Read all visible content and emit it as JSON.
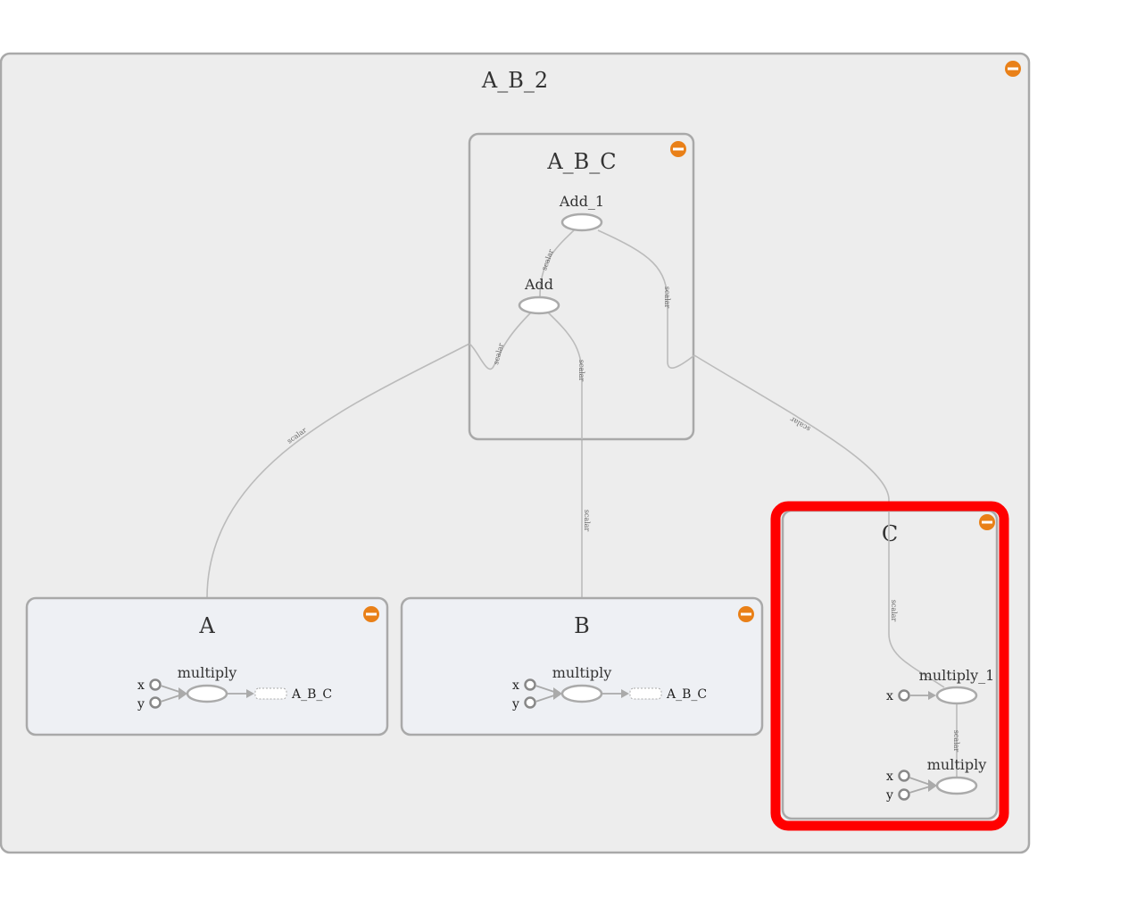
{
  "outer_group": {
    "title": "A_B_2"
  },
  "abc_group": {
    "title": "A_B_C",
    "nodes": {
      "add_1": "Add_1",
      "add": "Add"
    }
  },
  "group_a": {
    "title": "A",
    "op": "multiply",
    "inputs": [
      "x",
      "y"
    ],
    "ref": "A_B_C"
  },
  "group_b": {
    "title": "B",
    "op": "multiply",
    "inputs": [
      "x",
      "y"
    ],
    "ref": "A_B_C"
  },
  "group_c": {
    "title": "C",
    "op_top": "multiply_1",
    "op_bottom": "multiply",
    "inputs_top": [
      "x"
    ],
    "inputs_bottom": [
      "x",
      "y"
    ]
  },
  "edge_label": "scalar",
  "colors": {
    "highlight": "#ff0000",
    "collapse_icon": "#e98018",
    "outer_fill": "#ededed",
    "inner_fill": "#eef0f4",
    "border": "#a9a9a9",
    "edge": "#bbbbbb"
  },
  "icons": {
    "collapse": "minus-circle-icon"
  }
}
